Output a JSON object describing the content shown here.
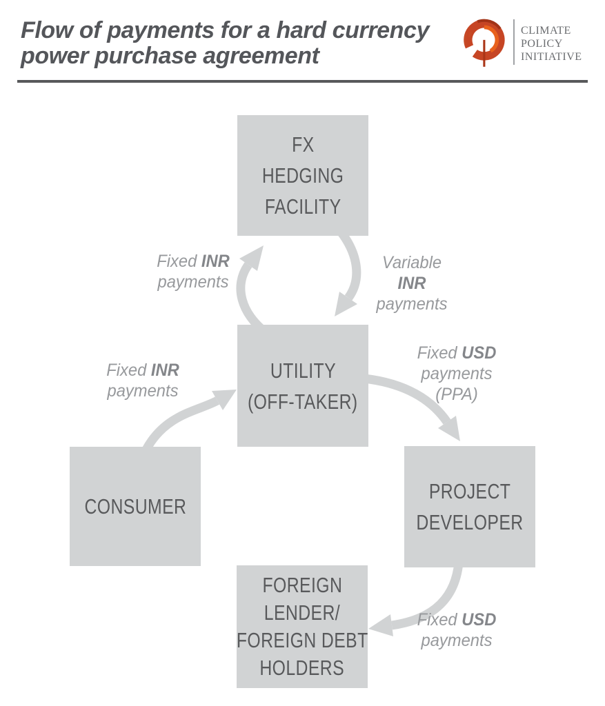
{
  "header": {
    "title": {
      "line1": "Flow of payments for a hard currency",
      "line2": "power purchase agreement"
    },
    "logo": {
      "lines": [
        "CLIMATE",
        "POLICY",
        "INITIATIVE"
      ]
    }
  },
  "nodes": {
    "fx": {
      "lines": [
        "FX",
        "HEDGING",
        "FACILITY"
      ]
    },
    "utility": {
      "lines": [
        "UTILITY",
        "(OFF-TAKER)"
      ]
    },
    "consumer": {
      "lines": [
        "CONSUMER"
      ]
    },
    "developer": {
      "lines": [
        "PROJECT",
        "DEVELOPER"
      ]
    },
    "lender": {
      "lines": [
        "FOREIGN",
        "LENDER/",
        "FOREIGN DEBT",
        "HOLDERS"
      ]
    }
  },
  "labels": {
    "utility_to_fx": {
      "word1": "Fixed",
      "currency": "INR",
      "word2": "payments"
    },
    "fx_to_utility": {
      "word1": "Variable",
      "currency": "INR",
      "word2": "payments"
    },
    "consumer_to_utility": {
      "word1": "Fixed",
      "currency": "INR",
      "word2": "payments"
    },
    "utility_to_developer": {
      "word1": "Fixed",
      "currency": "USD",
      "word2": "payments",
      "note": "(PPA)"
    },
    "developer_to_lender": {
      "word1": "Fixed",
      "currency": "USD",
      "word2": "payments"
    }
  },
  "colors": {
    "box_fill": "#d1d3d4",
    "box_text": "#58595b",
    "arrow": "#d1d3d4",
    "label_text": "#97999c",
    "label_currency": "#84868a",
    "title_text": "#54565a",
    "rule": "#58595b",
    "logo_red": "#c64524",
    "logo_text": "#6a6c6f"
  }
}
